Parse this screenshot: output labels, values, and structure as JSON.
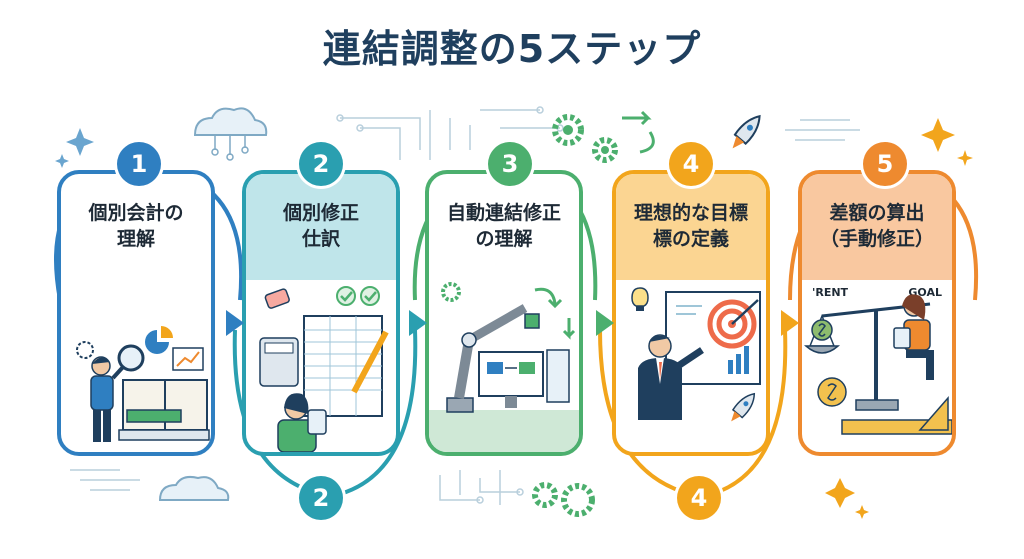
{
  "title": "連結調整の5ステップ",
  "steps": [
    {
      "number": "1",
      "label": "個別会計の\n理解",
      "color": "#2f7fc1"
    },
    {
      "number": "2",
      "label": "個別修正\n仕訳",
      "color": "#2a9fb0"
    },
    {
      "number": "3",
      "label": "自動連結修正\nの理解",
      "color": "#4caf6e"
    },
    {
      "number": "4",
      "label": "理想的な目標\n標の定義",
      "color": "#f2a51c"
    },
    {
      "number": "5",
      "label": "差額の算出\n（手動修正）",
      "color": "#ee8a2f"
    }
  ],
  "bottom_badges": [
    {
      "number": "2",
      "color": "#2a9fb0"
    },
    {
      "number": "4",
      "color": "#f2a51c"
    }
  ],
  "step5_labels": {
    "left": "'RENT",
    "right": "GOAL"
  }
}
